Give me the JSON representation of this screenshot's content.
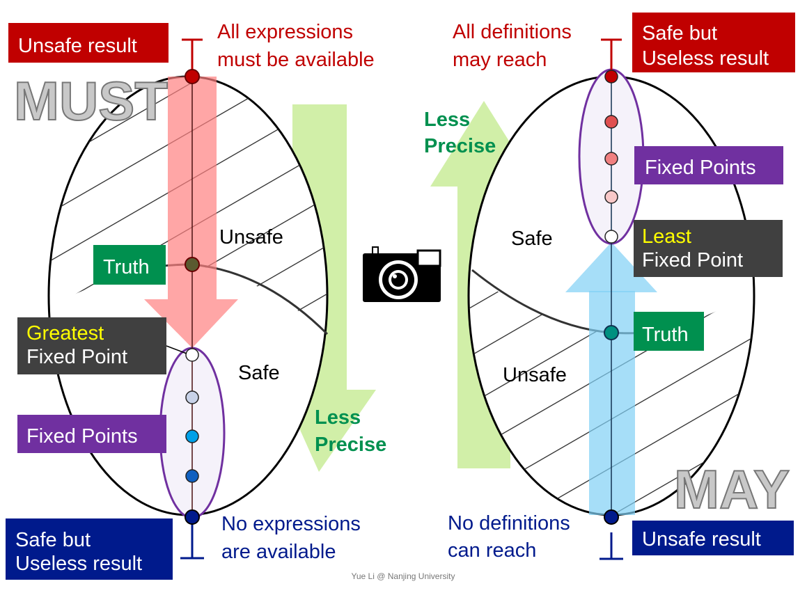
{
  "must": {
    "watermark": "MUST",
    "top_label": "Unsafe result",
    "top_desc": [
      "All expressions",
      "must be available"
    ],
    "bottom_label": [
      "Safe but",
      "Useless result"
    ],
    "bottom_desc": [
      "No expressions",
      "are available"
    ],
    "region_unsafe": "Unsafe",
    "region_safe": "Safe",
    "truth": "Truth",
    "gfp": [
      "Greatest",
      "Fixed Point"
    ],
    "fixed_points": "Fixed Points",
    "less_precise": [
      "Less",
      "Precise"
    ],
    "top_symbol": "⊤",
    "bottom_symbol": "⊥"
  },
  "may": {
    "watermark": "MAY",
    "top_label": [
      "Safe but",
      "Useless result"
    ],
    "top_desc": [
      "All definitions",
      "may reach"
    ],
    "bottom_label": "Unsafe result",
    "bottom_desc": [
      "No definitions",
      "can reach"
    ],
    "region_unsafe": "Unsafe",
    "region_safe": "Safe",
    "truth": "Truth",
    "lfp": [
      "Least",
      "Fixed Point"
    ],
    "fixed_points": "Fixed Points",
    "less_precise": [
      "Less",
      "Precise"
    ]
  },
  "footer": "Yue Li @ Nanjing University",
  "colors": {
    "red": "#c00000",
    "navy": "#001a8c",
    "green": "#00904f",
    "purple": "#7030a0",
    "dark": "#404040"
  }
}
